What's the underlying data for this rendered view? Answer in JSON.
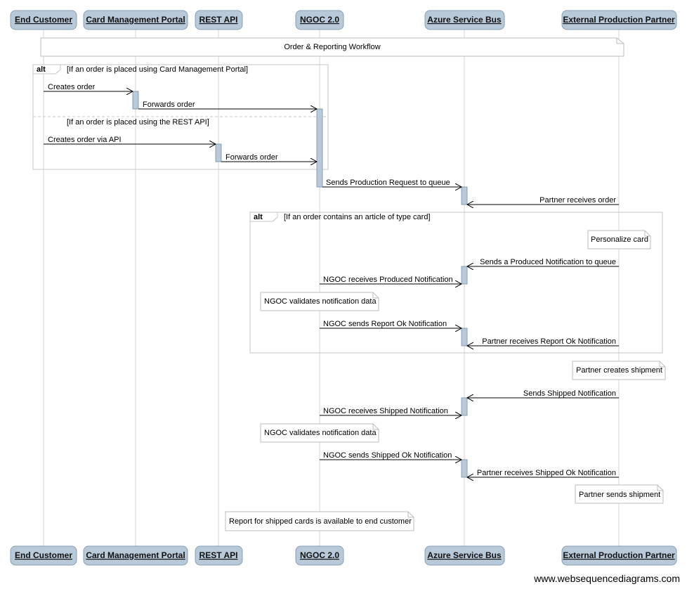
{
  "participants": [
    {
      "label": "End Customer"
    },
    {
      "label": "Card Management Portal"
    },
    {
      "label": "REST API"
    },
    {
      "label": "NGOC 2.0"
    },
    {
      "label": "Azure Service Bus"
    },
    {
      "label": "External Production Partner"
    }
  ],
  "workflow_note": "Order & Reporting Workflow",
  "alt_blocks": [
    {
      "tag": "alt",
      "condition_1": "[If an order is placed using Card Management Portal]",
      "condition_2": "[If an order is placed using the REST API]"
    },
    {
      "tag": "alt",
      "condition_1": "[If an order contains an article of type card]"
    }
  ],
  "messages": [
    "Creates order",
    "Forwards order",
    "Creates order via API",
    "Forwards order",
    "Sends Production Request to queue",
    "Partner receives order",
    "Sends a Produced Notification to queue",
    "NGOC receives Produced Notification",
    "NGOC sends Report Ok Notification",
    "Partner receives Report Ok Notification",
    "Sends Shipped Notification",
    "NGOC receives Shipped Notification",
    "NGOC sends Shipped Ok Notification",
    "Partner receives Shipped Ok Notification"
  ],
  "notes": [
    "Personalize card",
    "NGOC validates notification data",
    "Partner creates shipment",
    "NGOC validates notification data",
    "Partner sends shipment",
    "Report for shipped cards is available to end customer"
  ],
  "watermark": "www.websequencediagrams.com"
}
